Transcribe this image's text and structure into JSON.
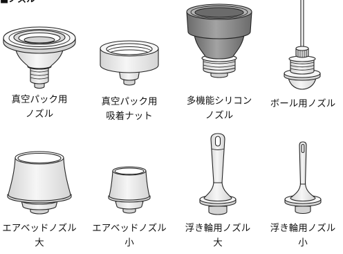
{
  "header": {
    "title": "■ノズル"
  },
  "colors": {
    "outline": "#222222",
    "body": "#f6f6f6",
    "shade": "#d4d4d4",
    "opening": "#ffffff",
    "silicone": "#a3a3a3",
    "silicone_dark": "#6b6b6b",
    "silicone_rim": "#b4b4b4",
    "text": "#111111"
  },
  "nozzles": [
    {
      "illustration": "vacuum-pack-nozzle",
      "label": [
        "真空パック用",
        "ノズル"
      ]
    },
    {
      "illustration": "vacuum-pack-suction-nut",
      "label": [
        "真空パック用",
        "吸着ナット"
      ]
    },
    {
      "illustration": "multi-function-silicone-nozzle",
      "label": [
        "多機能シリコン",
        "ノズル"
      ]
    },
    {
      "illustration": "ball-needle-nozzle",
      "label": [
        "ボール用ノズル"
      ]
    },
    {
      "illustration": "air-bed-nozzle-large",
      "label": [
        "エアベッドノズル",
        "大"
      ]
    },
    {
      "illustration": "air-bed-nozzle-small",
      "label": [
        "エアベッドノズル",
        "小"
      ]
    },
    {
      "illustration": "float-ring-nozzle-large",
      "label": [
        "浮き輪用ノズル",
        "大"
      ]
    },
    {
      "illustration": "float-ring-nozzle-small",
      "label": [
        "浮き輪用ノズル",
        "小"
      ]
    }
  ]
}
